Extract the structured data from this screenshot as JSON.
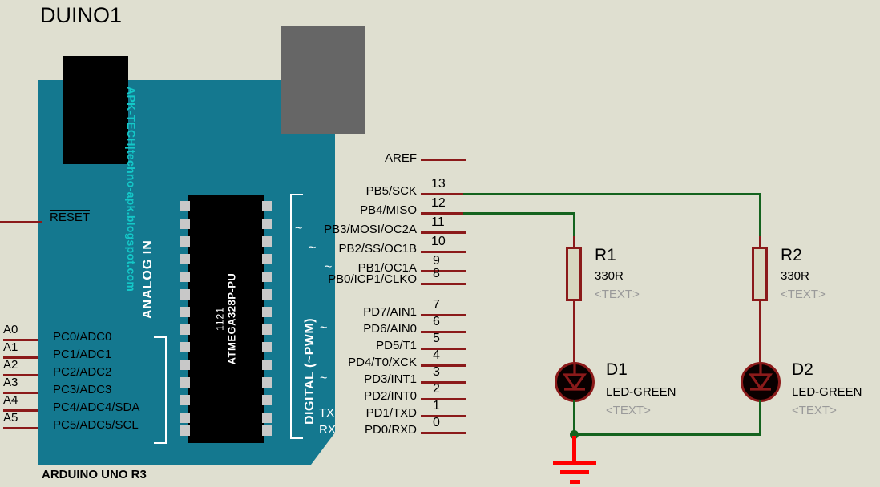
{
  "schematic": {
    "title": "DUINO1",
    "board_name": "ARDUINO UNO R3",
    "watermark": "APK-TECH|techno-apk.blogspot.com"
  },
  "mcu": {
    "date_code": "1121",
    "part_number": "ATMEGA328P-PU"
  },
  "sections": {
    "analog_label": "ANALOG IN",
    "digital_label": "DIGITAL (~PWM)"
  },
  "reset": {
    "label": "RESET"
  },
  "aref": {
    "label": "AREF"
  },
  "analog_pins": [
    {
      "net": "A0",
      "label": "PC0/ADC0"
    },
    {
      "net": "A1",
      "label": "PC1/ADC1"
    },
    {
      "net": "A2",
      "label": "PC2/ADC2"
    },
    {
      "net": "A3",
      "label": "PC3/ADC3"
    },
    {
      "net": "A4",
      "label": "PC4/ADC4/SDA"
    },
    {
      "net": "A5",
      "label": "PC5/ADC5/SCL"
    }
  ],
  "digital_pins_b": [
    {
      "num": "13",
      "label": "PB5/SCK",
      "pwm": "",
      "alt": ""
    },
    {
      "num": "12",
      "label": "PB4/MISO",
      "pwm": "",
      "alt": ""
    },
    {
      "num": "11",
      "label": "PB3/MOSI/OC2A",
      "pwm": "~",
      "alt": ""
    },
    {
      "num": "10",
      "label": "PB2/SS/OC1B",
      "pwm": "~",
      "alt": ""
    },
    {
      "num": "9",
      "label": "PB1/OC1A",
      "pwm": "~",
      "alt": ""
    },
    {
      "num": "8",
      "label": "PB0/ICP1/CLKO",
      "pwm": "",
      "alt": ""
    }
  ],
  "digital_pins_d": [
    {
      "num": "7",
      "label": "PD7/AIN1",
      "pwm": "",
      "alt": ""
    },
    {
      "num": "6",
      "label": "PD6/AIN0",
      "pwm": "~",
      "alt": ""
    },
    {
      "num": "5",
      "label": "PD5/T1",
      "pwm": "~",
      "alt": ""
    },
    {
      "num": "4",
      "label": "PD4/T0/XCK",
      "pwm": "",
      "alt": ""
    },
    {
      "num": "3",
      "label": "PD3/INT1",
      "pwm": "~",
      "alt": ""
    },
    {
      "num": "2",
      "label": "PD2/INT0",
      "pwm": "",
      "alt": ""
    },
    {
      "num": "1",
      "label": "PD1/TXD",
      "pwm": "",
      "alt": "TX"
    },
    {
      "num": "0",
      "label": "PD0/RXD",
      "pwm": "",
      "alt": "RX"
    }
  ],
  "components": [
    {
      "ref": "R1",
      "value": "330R",
      "text": "<TEXT>",
      "type": "resistor"
    },
    {
      "ref": "R2",
      "value": "330R",
      "text": "<TEXT>",
      "type": "resistor"
    },
    {
      "ref": "D1",
      "value": "LED-GREEN",
      "text": "<TEXT>",
      "type": "led"
    },
    {
      "ref": "D2",
      "value": "LED-GREEN",
      "text": "<TEXT>",
      "type": "led"
    }
  ],
  "colors": {
    "board": "#14788f",
    "wire": "#14631e",
    "pin": "#8b1a1a",
    "ground": "#ff0000",
    "background": "#dfdfd0",
    "silkscreen": "#14c8c8"
  }
}
